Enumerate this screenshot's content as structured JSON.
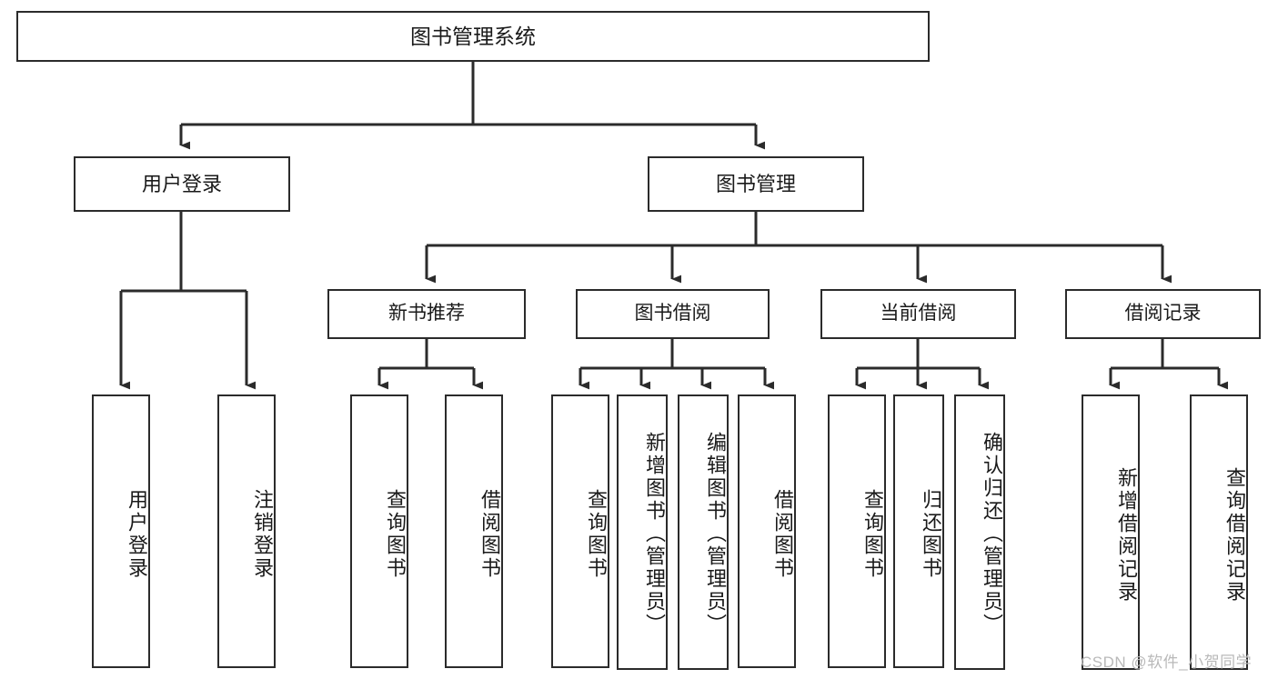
{
  "diagram": {
    "title": "图书管理系统",
    "type": "tree-hierarchy",
    "root": {
      "id": "root",
      "label": "图书管理系统"
    },
    "level1": [
      {
        "id": "user-login",
        "label": "用户登录"
      },
      {
        "id": "book-management",
        "label": "图书管理"
      }
    ],
    "level2": [
      {
        "id": "new-book-recommend",
        "label": "新书推荐",
        "parent": "book-management"
      },
      {
        "id": "book-borrow",
        "label": "图书借阅",
        "parent": "book-management"
      },
      {
        "id": "current-borrow",
        "label": "当前借阅",
        "parent": "book-management"
      },
      {
        "id": "borrow-record",
        "label": "借阅记录",
        "parent": "book-management"
      }
    ],
    "leaves": [
      {
        "id": "leaf-user-login",
        "label": "用户登录",
        "parent": "user-login"
      },
      {
        "id": "leaf-logout",
        "label": "注销登录",
        "parent": "user-login"
      },
      {
        "id": "leaf-query-book-1",
        "label": "查询图书",
        "parent": "new-book-recommend"
      },
      {
        "id": "leaf-borrow-book-1",
        "label": "借阅图书",
        "parent": "new-book-recommend"
      },
      {
        "id": "leaf-query-book-2",
        "label": "查询图书",
        "parent": "book-borrow"
      },
      {
        "id": "leaf-add-book",
        "label": "新增图书（管理员）",
        "parent": "book-borrow"
      },
      {
        "id": "leaf-edit-book",
        "label": "编辑图书（管理员）",
        "parent": "book-borrow"
      },
      {
        "id": "leaf-borrow-book-2",
        "label": "借阅图书",
        "parent": "book-borrow"
      },
      {
        "id": "leaf-query-book-3",
        "label": "查询图书",
        "parent": "current-borrow"
      },
      {
        "id": "leaf-return-book",
        "label": "归还图书",
        "parent": "current-borrow"
      },
      {
        "id": "leaf-confirm-return",
        "label": "确认归还（管理员）",
        "parent": "current-borrow"
      },
      {
        "id": "leaf-add-record",
        "label": "新增借阅记录",
        "parent": "borrow-record"
      },
      {
        "id": "leaf-query-record",
        "label": "查询借阅记录",
        "parent": "borrow-record"
      }
    ],
    "watermark": "CSDN @软件_小贺同学",
    "colors": {
      "stroke": "#2b2b2b",
      "background": "#ffffff",
      "text": "#1a1a1a",
      "watermark": "#b9b9b9"
    }
  }
}
